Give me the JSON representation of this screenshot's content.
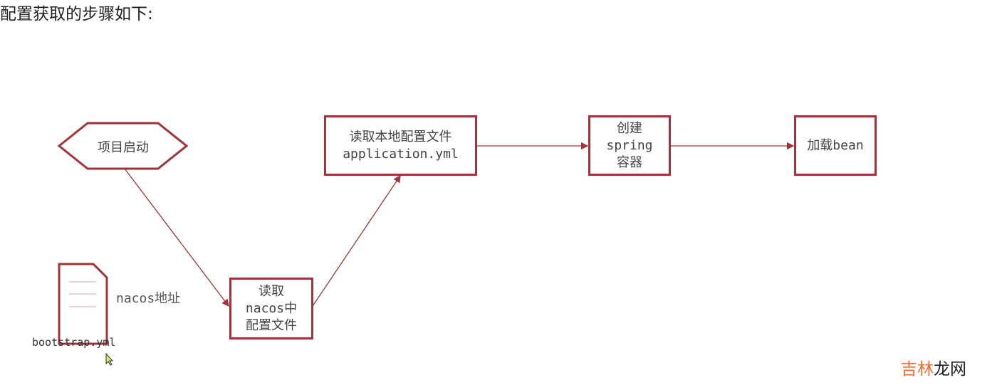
{
  "title": "配置获取的步骤如下:",
  "nodes": {
    "start": "项目启动",
    "read_nacos": [
      "读取",
      "nacos中",
      "配置文件"
    ],
    "read_local": [
      "读取本地配置文件",
      "application.yml"
    ],
    "create_spring": [
      "创建",
      "spring",
      "容器"
    ],
    "load_bean": "加载bean"
  },
  "file": {
    "name": "bootstrap.yml",
    "annotation": "nacos地址"
  },
  "watermark": {
    "part1": "吉林",
    "part2": "龙网"
  },
  "colors": {
    "stroke": "#a3333a",
    "watermark_accent": "#f26a2f"
  }
}
